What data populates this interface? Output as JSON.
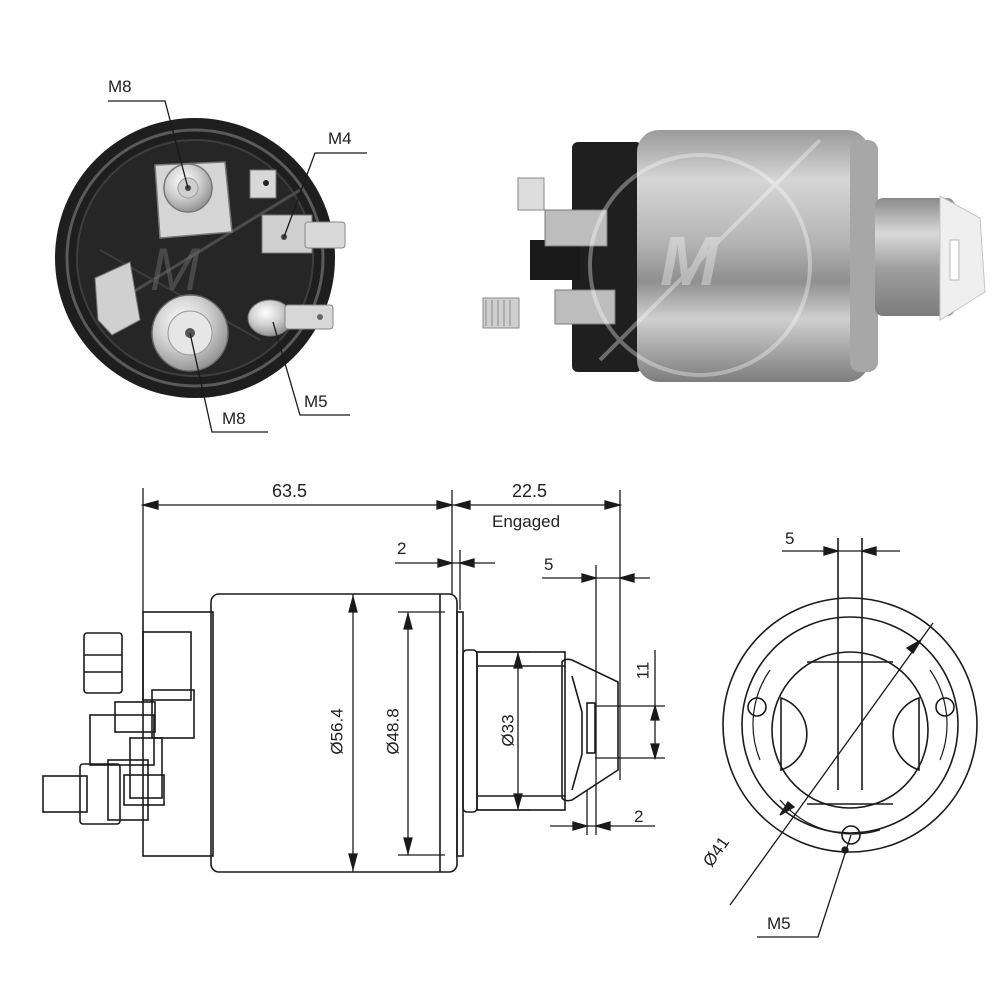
{
  "photos": {
    "front_view": {
      "callouts": [
        {
          "id": "top-terminal",
          "label": "M8"
        },
        {
          "id": "small-terminal-upper",
          "label": "M4"
        },
        {
          "id": "small-terminal-lower",
          "label": "M5"
        },
        {
          "id": "bottom-terminal",
          "label": "M8"
        }
      ]
    },
    "side_view": {
      "watermark": "M"
    }
  },
  "side_drawing": {
    "dimensions": {
      "body_length": "63.5",
      "plunger_travel": "22.5",
      "plunger_state": "Engaged",
      "flange_gap": "2",
      "tip_offset": "5",
      "slot_height": "11",
      "slot_width": "2",
      "outer_diameter": "Ø56.4",
      "inner_diameter": "Ø48.8",
      "plunger_diameter": "Ø33"
    }
  },
  "end_drawing": {
    "dimensions": {
      "slot_width": "5",
      "bolt_circle": "Ø41",
      "mount_thread": "M5"
    }
  },
  "colors": {
    "line": "#1a1a1a",
    "body_dark": "#1e1e1e",
    "metal_light": "#d8d8d8",
    "metal_mid": "#a9a9a9"
  }
}
